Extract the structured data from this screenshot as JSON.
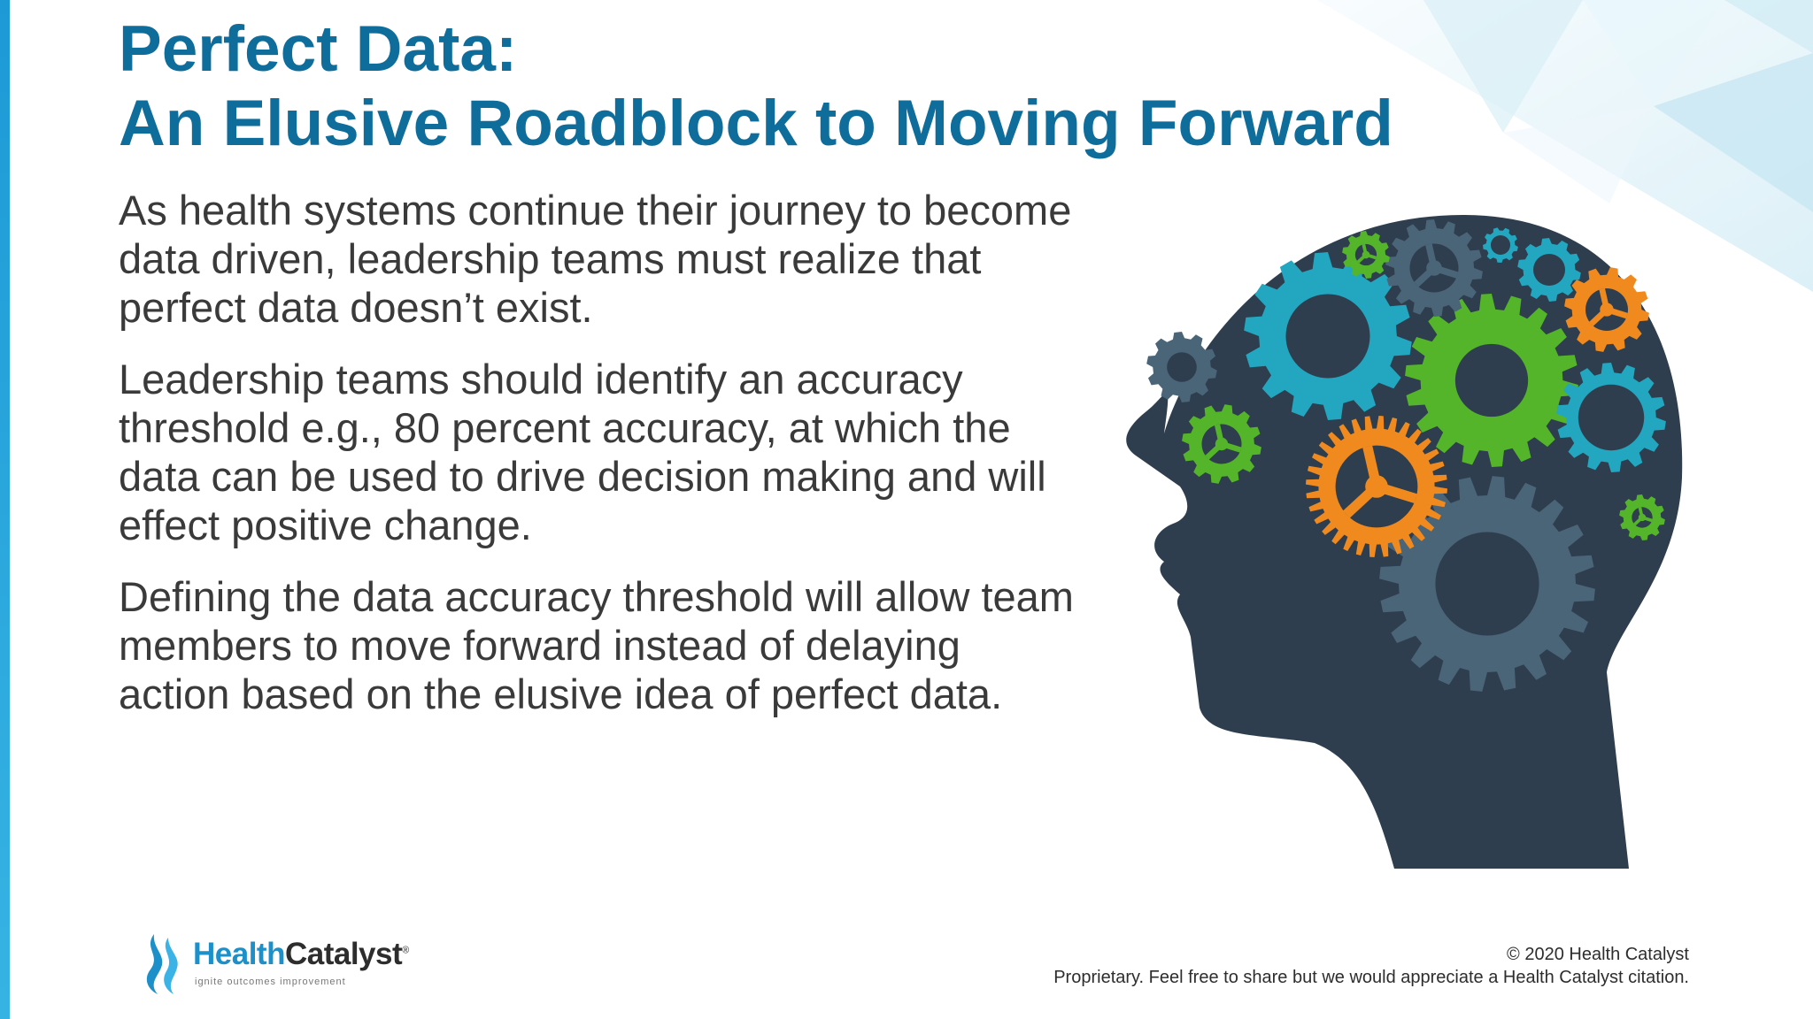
{
  "slide": {
    "title_line1": "Perfect Data:",
    "title_line2": "An Elusive Roadblock to Moving Forward",
    "paragraphs": [
      "As health systems continue their journey to become data driven, leadership teams must realize that perfect data doesn’t exist.",
      "Leadership teams should identify an accuracy threshold e.g., 80 percent accuracy, at which the data can be used to drive decision making and will effect positive change.",
      "Defining the data accuracy threshold will allow team members to move forward instead of delaying action based on the elusive idea of perfect data."
    ]
  },
  "logo": {
    "name_part1": "Health",
    "name_part2": "Catalyst",
    "mark": "®",
    "tagline": "ignite outcomes improvement",
    "icon": "flame-icon"
  },
  "footer": {
    "copyright": "© 2020 Health Catalyst",
    "notice": "Proprietary. Feel free to share but we would appreciate a Health Catalyst citation."
  },
  "colors": {
    "title": "#0f6d9c",
    "body_text": "#3a3a3a",
    "accent_bar": "#1d9ad6",
    "head": "#2e3e4e",
    "gear_teal": "#23a6bf",
    "gear_green": "#55b52a",
    "gear_orange": "#f08a1e",
    "gear_slate": "#4a6478"
  },
  "illustration": {
    "icon": "head-with-gears-icon"
  }
}
